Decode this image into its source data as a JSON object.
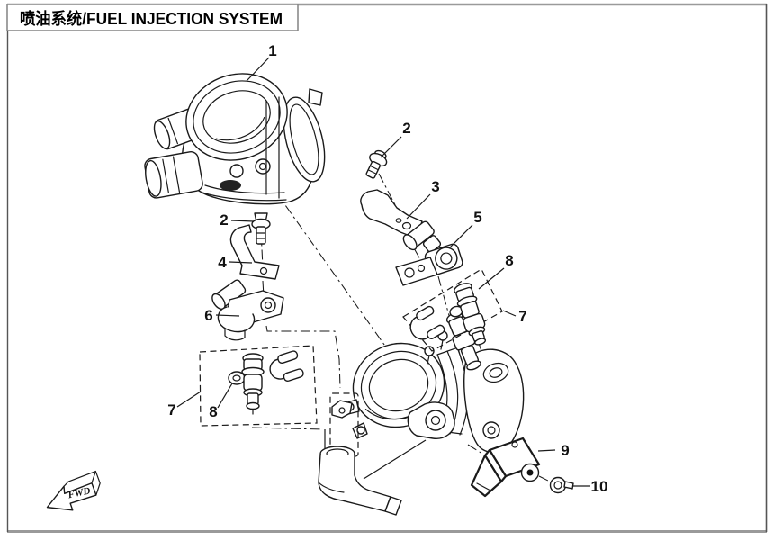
{
  "header": {
    "title": "喷油系统/FUEL INJECTION SYSTEM"
  },
  "diagram": {
    "fwd_label": "FWD"
  },
  "callouts": {
    "c1": "1",
    "c2_right": "2",
    "c3": "3",
    "c5": "5",
    "c8_right": "8",
    "c7_right": "7",
    "c2_left": "2",
    "c4": "4",
    "c6": "6",
    "c7_left": "7",
    "c8_left": "8",
    "c9": "9",
    "c10": "10"
  },
  "colors": {
    "line": "#1a1a1a",
    "frame_gray": "#9a9a9a",
    "background": "#ffffff"
  }
}
